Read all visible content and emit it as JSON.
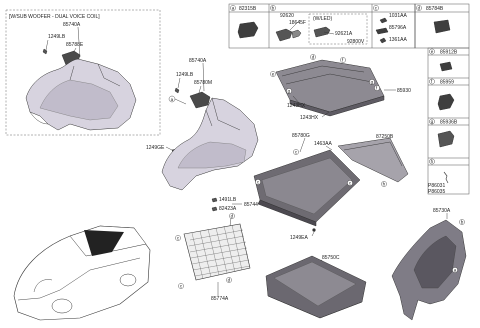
{
  "woofer_box": {
    "title": "[W/SUB WOOFER - DUAL VOICE COIL]",
    "main_part": "85740A",
    "screw": "1249LB",
    "speaker": "85788E"
  },
  "left_trim": {
    "main_part": "85740A",
    "screw": "1249LB",
    "bracket": "85780M",
    "clip": "1249GE"
  },
  "legend_top": {
    "a": {
      "letter": "a",
      "part": "82315B"
    },
    "b": {
      "letter": "b",
      "parts": [
        "92620",
        "18645F"
      ],
      "variant": "(W/LED)",
      "variant_parts": [
        "92621A",
        "92800V"
      ]
    },
    "c": {
      "letter": "c",
      "parts": [
        "1031AA",
        "85796A",
        "1361AA"
      ]
    },
    "d": {
      "letter": "d",
      "part": "85784B"
    }
  },
  "legend_right": {
    "e": {
      "letter": "e",
      "part": "85912B"
    },
    "f": {
      "letter": "f",
      "part": "85959"
    },
    "g": {
      "letter": "g",
      "part": "85936B"
    },
    "h": {
      "letter": "h",
      "parts": [
        "P86031",
        "P86035"
      ]
    }
  },
  "shelf": {
    "part": "85930",
    "screw1": "1243HX",
    "screw2": "1243HX"
  },
  "floor": {
    "part": "85780G",
    "screw": "1463AA",
    "sill": "87250B",
    "clip": "1249EA"
  },
  "net": {
    "screw": "1491LB",
    "hook": "82423A",
    "hook_ref": "85744",
    "net": "85774A"
  },
  "tray": {
    "part": "85750C"
  },
  "right_trim": {
    "part": "85730A"
  },
  "callouts": [
    "a",
    "b",
    "c",
    "d",
    "e",
    "f",
    "g",
    "h"
  ]
}
